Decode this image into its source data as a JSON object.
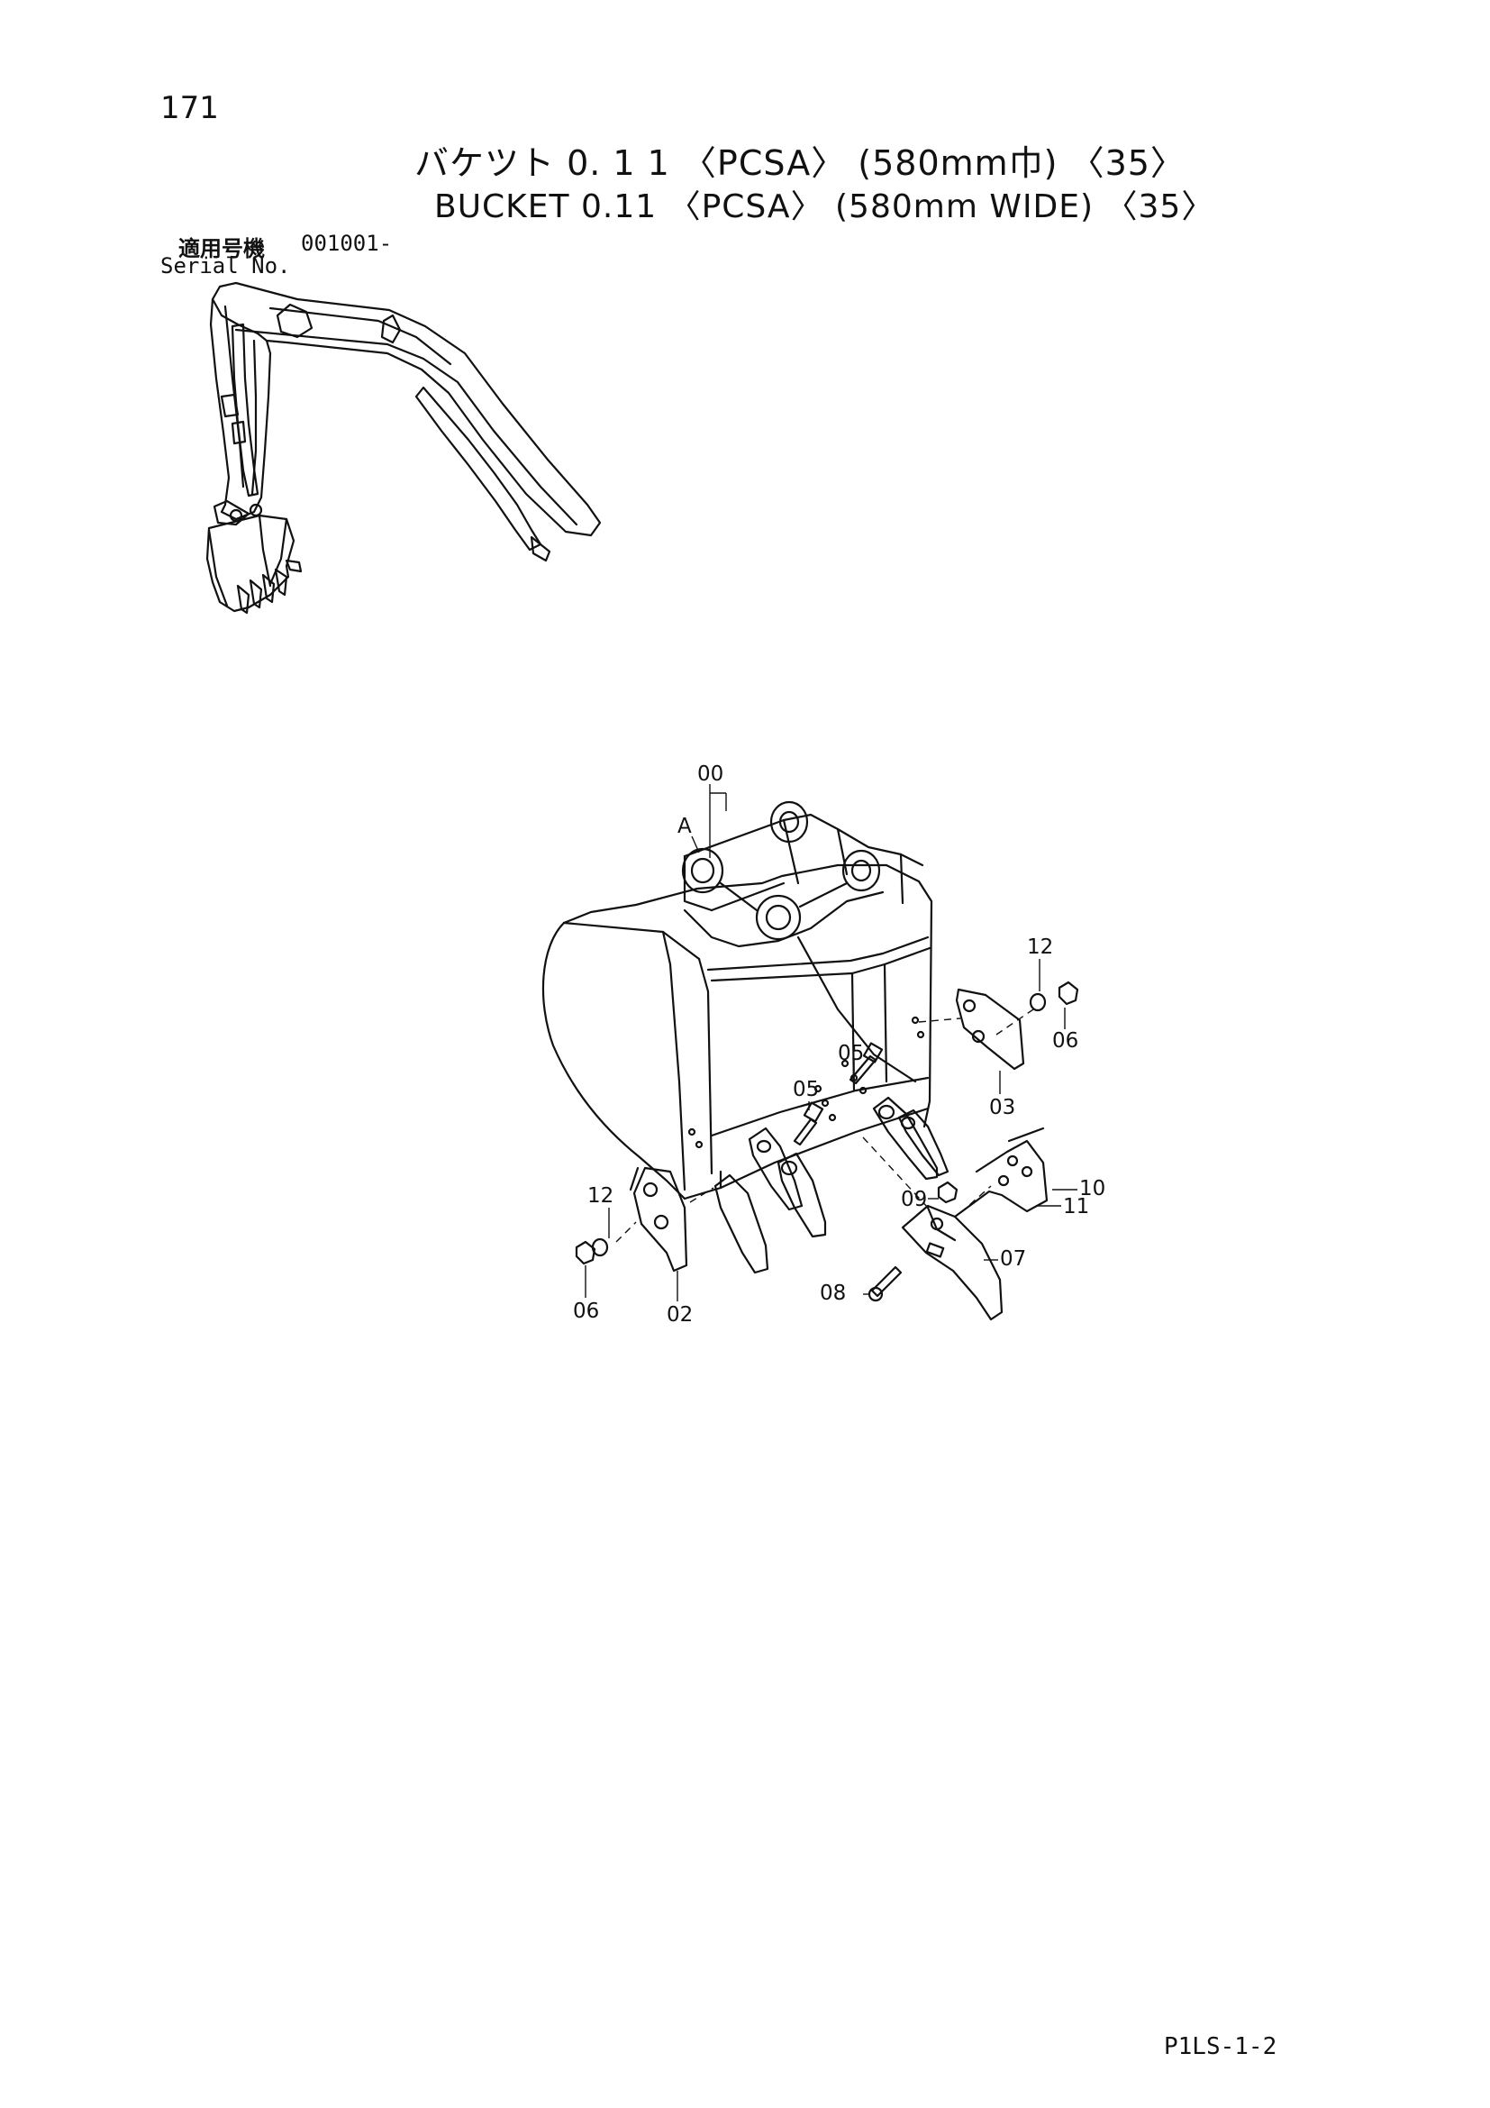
{
  "page_number": "171",
  "title_jp": "バケツト 0. 1 1 〈PCSA〉 (580mm巾) 〈35〉",
  "title_en": "BUCKET 0.11 〈PCSA〉 (580mm WIDE) 〈35〉",
  "serial": {
    "label_jp": "適用号機",
    "value": "001001-",
    "label_en": "Serial No."
  },
  "callouts": {
    "c00": "00",
    "cA": "A",
    "c12_top": "12",
    "c06_top": "06",
    "c05_a": "05",
    "c05_b": "05",
    "c03": "03",
    "c10": "10",
    "c11": "11",
    "c09": "09",
    "c07": "07",
    "c08": "08",
    "c12_left": "12",
    "c06_left": "06",
    "c02": "02"
  },
  "doc_code": "P1LS-1-2"
}
